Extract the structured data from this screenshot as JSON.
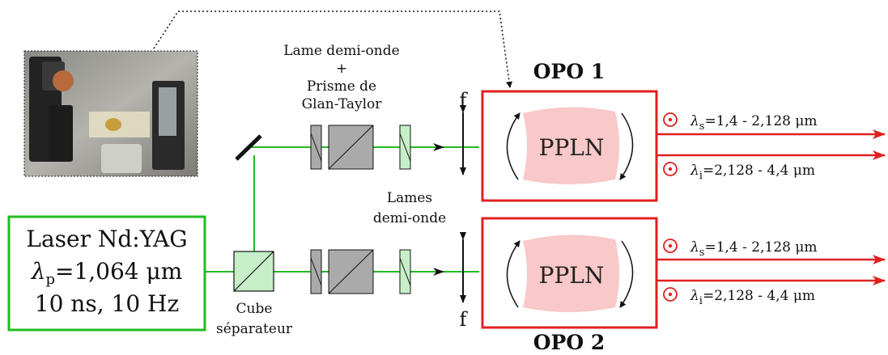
{
  "laser": {
    "line1": "Laser Nd:YAG",
    "line2_symbol": "λ",
    "line2_sub": "p",
    "line2_value": "=1,064 μm",
    "line3": "10 ns, 10 Hz"
  },
  "labels": {
    "half_wave_top_1": "Lame demi-onde",
    "half_wave_top_plus": "+",
    "prism_1": "Prisme de",
    "prism_2": "Glan-Taylor",
    "half_wave_mid_1": "Lames",
    "half_wave_mid_2": "demi-onde",
    "cube_1": "Cube",
    "cube_2": "séparateur",
    "focal_top": "f",
    "focal_bottom": "f"
  },
  "opo": [
    {
      "title": "OPO 1",
      "crystal": "PPLN",
      "signal": {
        "symbol": "λ",
        "sub": "s",
        "value": "=1,4 - 2,128 μm"
      },
      "idler": {
        "symbol": "λ",
        "sub": "i",
        "value": "=2,128 - 4,4 μm"
      }
    },
    {
      "title": "OPO 2",
      "crystal": "PPLN",
      "signal": {
        "symbol": "λ",
        "sub": "s",
        "value": "=1,4 - 2,128 μm"
      },
      "idler": {
        "symbol": "λ",
        "sub": "i",
        "value": "=2,128 - 4,4 μm"
      }
    }
  ],
  "colors": {
    "pump_beam": "#22bb22",
    "laser_box": "#22bb22",
    "opo_box": "#e02020",
    "output_beam": "#e02020",
    "crystal_fill": "#f9c8c8",
    "optic_fill": "#c7efc7",
    "prism_fill": "#aaaaaa"
  }
}
